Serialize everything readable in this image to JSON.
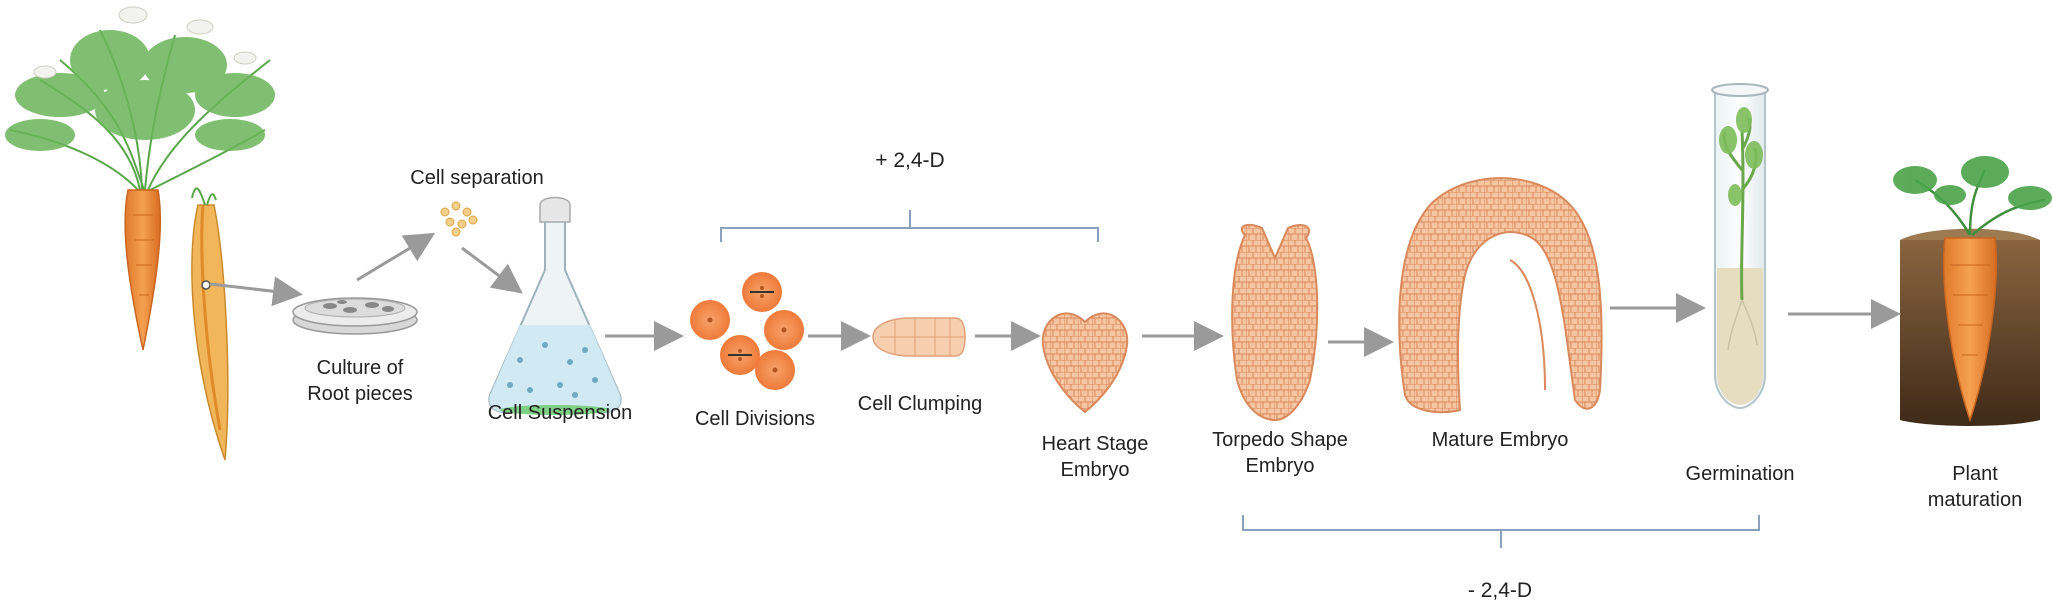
{
  "diagram": {
    "labels": {
      "cell_separation": "Cell separation",
      "culture_root": [
        "Culture of",
        "Root pieces"
      ],
      "cell_suspension": "Cell Suspension",
      "cell_divisions": "Cell Divisions",
      "cell_clumping": "Cell Clumping",
      "heart_stage": [
        "Heart Stage",
        "Embryo"
      ],
      "torpedo": [
        "Torpedo Shape",
        "Embryo"
      ],
      "mature_embryo": "Mature Embryo",
      "germination": "Germination",
      "plant_maturation": [
        "Plant",
        "maturation"
      ]
    },
    "conditions": {
      "with_hormone": "+ 2,4-D",
      "without_hormone": "- 2,4-D"
    },
    "colors": {
      "arrow": "#9a9a9a",
      "bracket": "#8aa0bc",
      "carrot_orange": "#f0913f",
      "foliage_green": "#5aa64a",
      "cell_orange": "#f28a4a",
      "embryo_fill": "#f6c5a2",
      "embryo_line": "#d9895c",
      "soil_brown": "#6b4a2e",
      "medium_blue": "#cfe8f1"
    }
  }
}
